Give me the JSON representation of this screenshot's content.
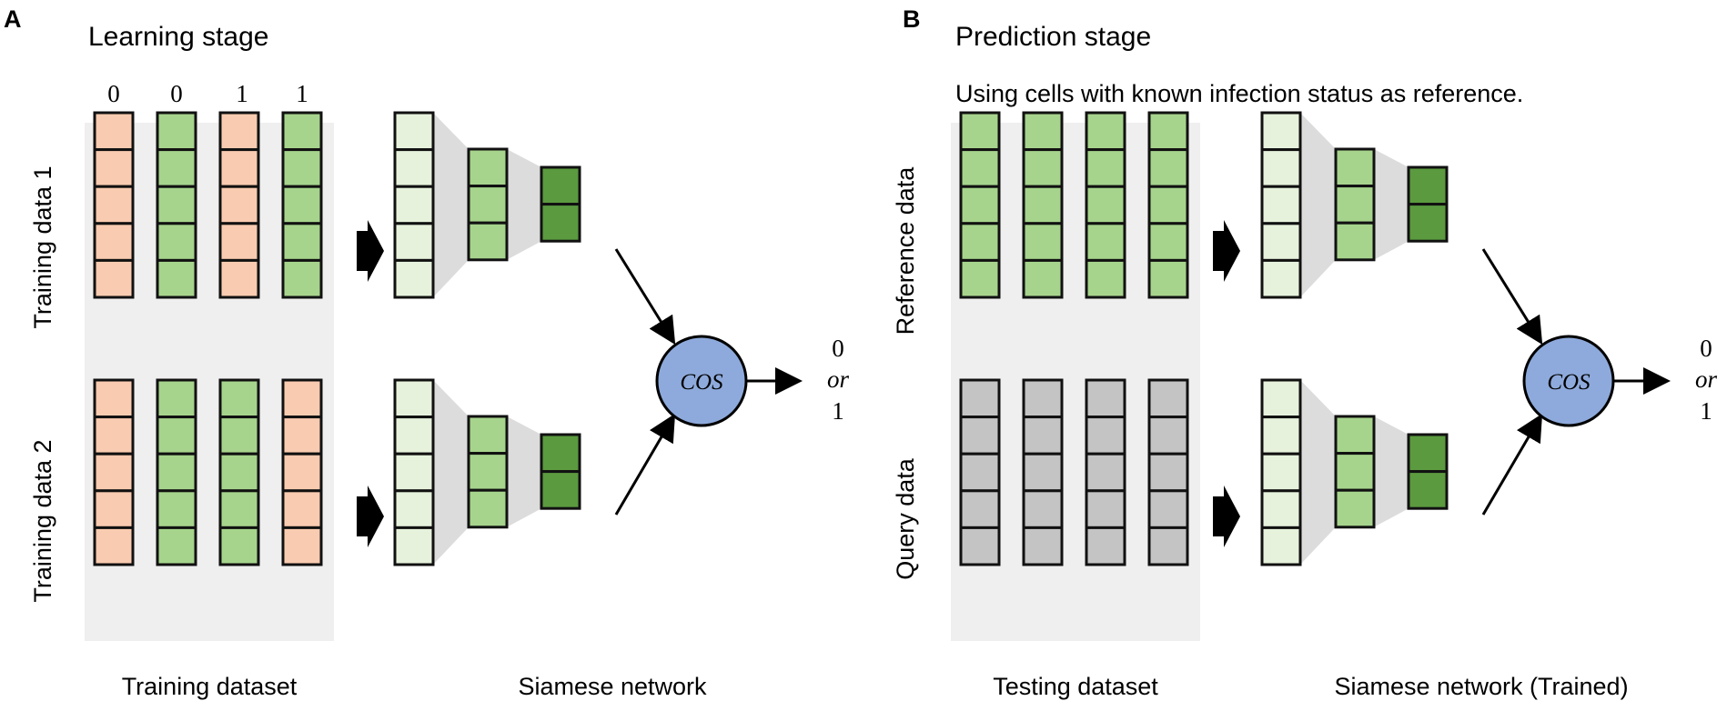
{
  "panels": [
    {
      "letter": "A",
      "title": "Learning stage",
      "subtitle": "",
      "column_labels": [
        "0",
        "0",
        "1",
        "1"
      ],
      "row_labels": [
        "Training data 1",
        "Training data 2"
      ],
      "dataset_caption": "Training dataset",
      "network_caption": "Siamese network",
      "top_columns": [
        "salmon",
        "green",
        "salmon",
        "green"
      ],
      "bottom_columns": [
        "salmon",
        "green",
        "green",
        "salmon"
      ],
      "op_label": "COS",
      "output_top": "0",
      "output_mid": "or",
      "output_bot": "1"
    },
    {
      "letter": "B",
      "title": "Prediction stage",
      "subtitle": "Using cells with known infection status as reference.",
      "column_labels": [],
      "row_labels": [
        "Reference data",
        "Query data"
      ],
      "dataset_caption": "Testing dataset",
      "network_caption": "Siamese network (Trained)",
      "top_columns": [
        "green",
        "green",
        "green",
        "green"
      ],
      "bottom_columns": [
        "gray",
        "gray",
        "gray",
        "gray"
      ],
      "op_label": "COS",
      "output_top": "0",
      "output_mid": "or",
      "output_bot": "1"
    }
  ],
  "colors": {
    "salmon": "#f9cbb0",
    "green": "#a6d48c",
    "gray": "#c4c4c4",
    "layer1": "#e6f2dc",
    "layer2": "#a6d48c",
    "layer3": "#5b9a3f",
    "cos_fill": "#8eaadc",
    "panel_bg": "#efefef",
    "funnel": "#dcdcdc"
  }
}
